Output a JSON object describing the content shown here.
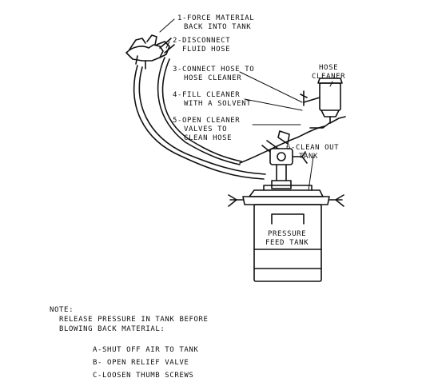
{
  "steps": [
    {
      "line1": "1-FORCE MATERIAL",
      "line2": "BACK INTO TANK"
    },
    {
      "line1": "2-DISCONNECT",
      "line2": "FLUID HOSE"
    },
    {
      "line1": "3-CONNECT HOSE TO",
      "line2": "HOSE CLEANER"
    },
    {
      "line1": "4-FILL CLEANER",
      "line2": "WITH A SOLVENT"
    },
    {
      "line1": "5-OPEN CLEANER",
      "line2": "VALVES TO",
      "line3": "CLEAN HOSE"
    },
    {
      "line1": "6-CLEAN OUT",
      "line2": "TANK"
    }
  ],
  "hose_cleaner": {
    "line1": "HOSE",
    "line2": "CLEANER"
  },
  "tank": {
    "line1": "PRESSURE",
    "line2": "FEED TANK"
  },
  "note": {
    "heading": "NOTE:",
    "line1": "RELEASE PRESSURE IN TANK BEFORE",
    "line2": "BLOWING BACK MATERIAL:",
    "items": [
      "A-SHUT OFF AIR TO TANK",
      "B- OPEN RELIEF VALVE",
      "C-LOOSEN THUMB SCREWS"
    ]
  }
}
